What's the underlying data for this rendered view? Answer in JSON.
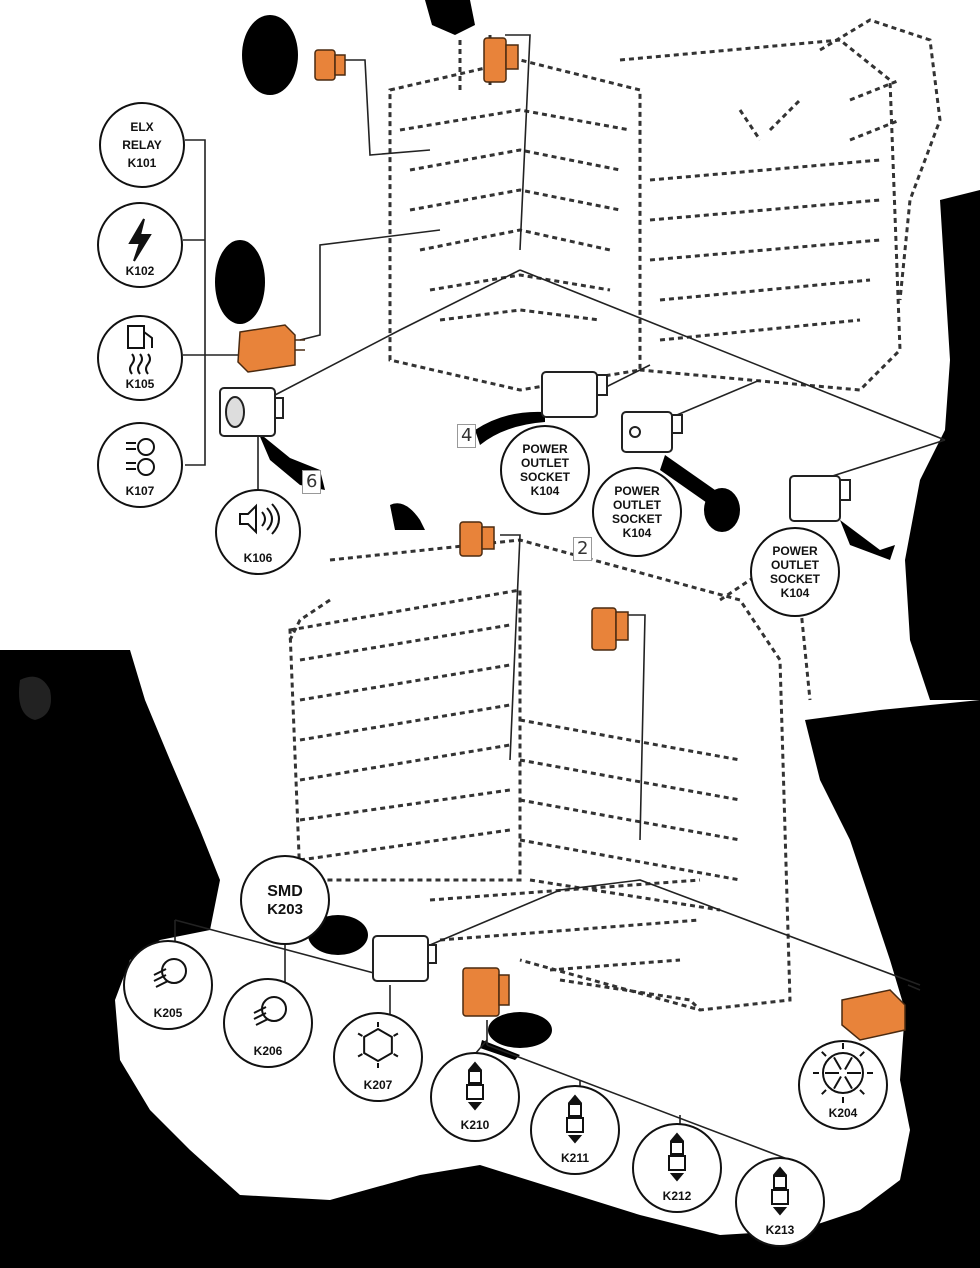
{
  "colors": {
    "relay_orange": "#e8833a",
    "line": "#222222",
    "blackout": "#000000"
  },
  "components": [
    {
      "id": "K101",
      "lines": [
        "ELX",
        "RELAY",
        "K101"
      ],
      "icon": "none"
    },
    {
      "id": "K102",
      "lines": [
        "K102"
      ],
      "icon": "lightning-icon"
    },
    {
      "id": "K105",
      "lines": [
        "K105"
      ],
      "icon": "fuel-heater-icon"
    },
    {
      "id": "K107",
      "lines": [
        "K107"
      ],
      "icon": "headlight-icon"
    },
    {
      "id": "K106",
      "lines": [
        "K106"
      ],
      "icon": "horn-speaker-icon"
    },
    {
      "id": "K104a",
      "lines": [
        "POWER",
        "OUTLET",
        "SOCKET",
        "K104"
      ],
      "icon": "none"
    },
    {
      "id": "K104b",
      "lines": [
        "POWER",
        "OUTLET",
        "SOCKET",
        "K104"
      ],
      "icon": "none"
    },
    {
      "id": "K104c",
      "lines": [
        "POWER",
        "OUTLET",
        "SOCKET",
        "K104"
      ],
      "icon": "none"
    },
    {
      "id": "K203",
      "lines": [
        "SMD",
        "K203"
      ],
      "icon": "none"
    },
    {
      "id": "K205",
      "lines": [
        "K205"
      ],
      "icon": "fog-light-icon"
    },
    {
      "id": "K206",
      "lines": [
        "K206"
      ],
      "icon": "fog-light-icon"
    },
    {
      "id": "K207",
      "lines": [
        "K207"
      ],
      "icon": "hexagon-icon"
    },
    {
      "id": "K210",
      "lines": [
        "K210"
      ],
      "icon": "lift-icon"
    },
    {
      "id": "K211",
      "lines": [
        "K211"
      ],
      "icon": "lift-icon"
    },
    {
      "id": "K212",
      "lines": [
        "K212"
      ],
      "icon": "lift-icon"
    },
    {
      "id": "K213",
      "lines": [
        "K213"
      ],
      "icon": "lift-icon"
    },
    {
      "id": "K204",
      "lines": [
        "K204"
      ],
      "icon": "beacon-icon"
    }
  ],
  "markers": {
    "m4": "4",
    "m6": "6",
    "m2": "2"
  }
}
